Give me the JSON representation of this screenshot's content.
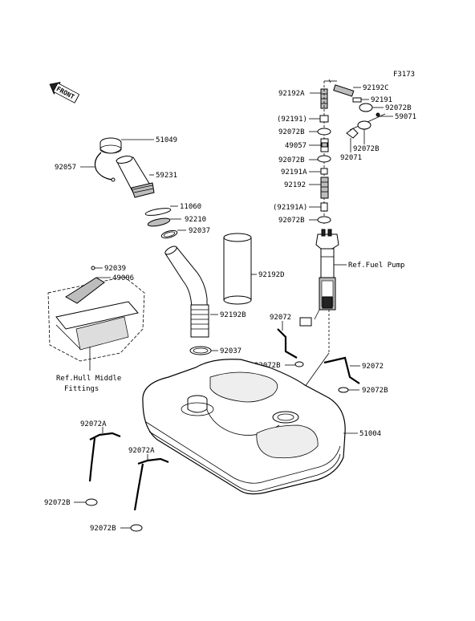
{
  "figure_code": "F3173",
  "front_label": "FRONT",
  "labels": {
    "p51049": "51049",
    "p92057": "92057",
    "p59231": "59231",
    "p11060": "11060",
    "p92210": "92210",
    "p92037a": "92037",
    "p92039": "92039",
    "p49006": "49006",
    "p92192d": "92192D",
    "p92192b": "92192B",
    "p92037b": "92037",
    "refhull1": "Ref.Hull Middle",
    "refhull2": "Fittings",
    "p92192a": "92192A",
    "p92192c": "92192C",
    "p92191": "92191",
    "p92072b_top": "92072B",
    "p59071": "59071",
    "p92191paren": "(92191)",
    "p92072b_1": "92072B",
    "p49057": "49057",
    "p92072b_2": "92072B",
    "p92071": "92071",
    "p92072b_r": "92072B",
    "p92191a": "92191A",
    "p92192": "92192",
    "p92191aparen": "(92191A)",
    "p92072b_3": "92072B",
    "refpump": "Ref.Fuel Pump",
    "p92072_l": "92072",
    "p92072b_4": "92072B",
    "p92072_r": "92072",
    "p92072b_5": "92072B",
    "p51004": "51004",
    "p92072a_1": "92072A",
    "p92072a_2": "92072A",
    "p92072b_6": "92072B",
    "p92072b_7": "92072B"
  }
}
